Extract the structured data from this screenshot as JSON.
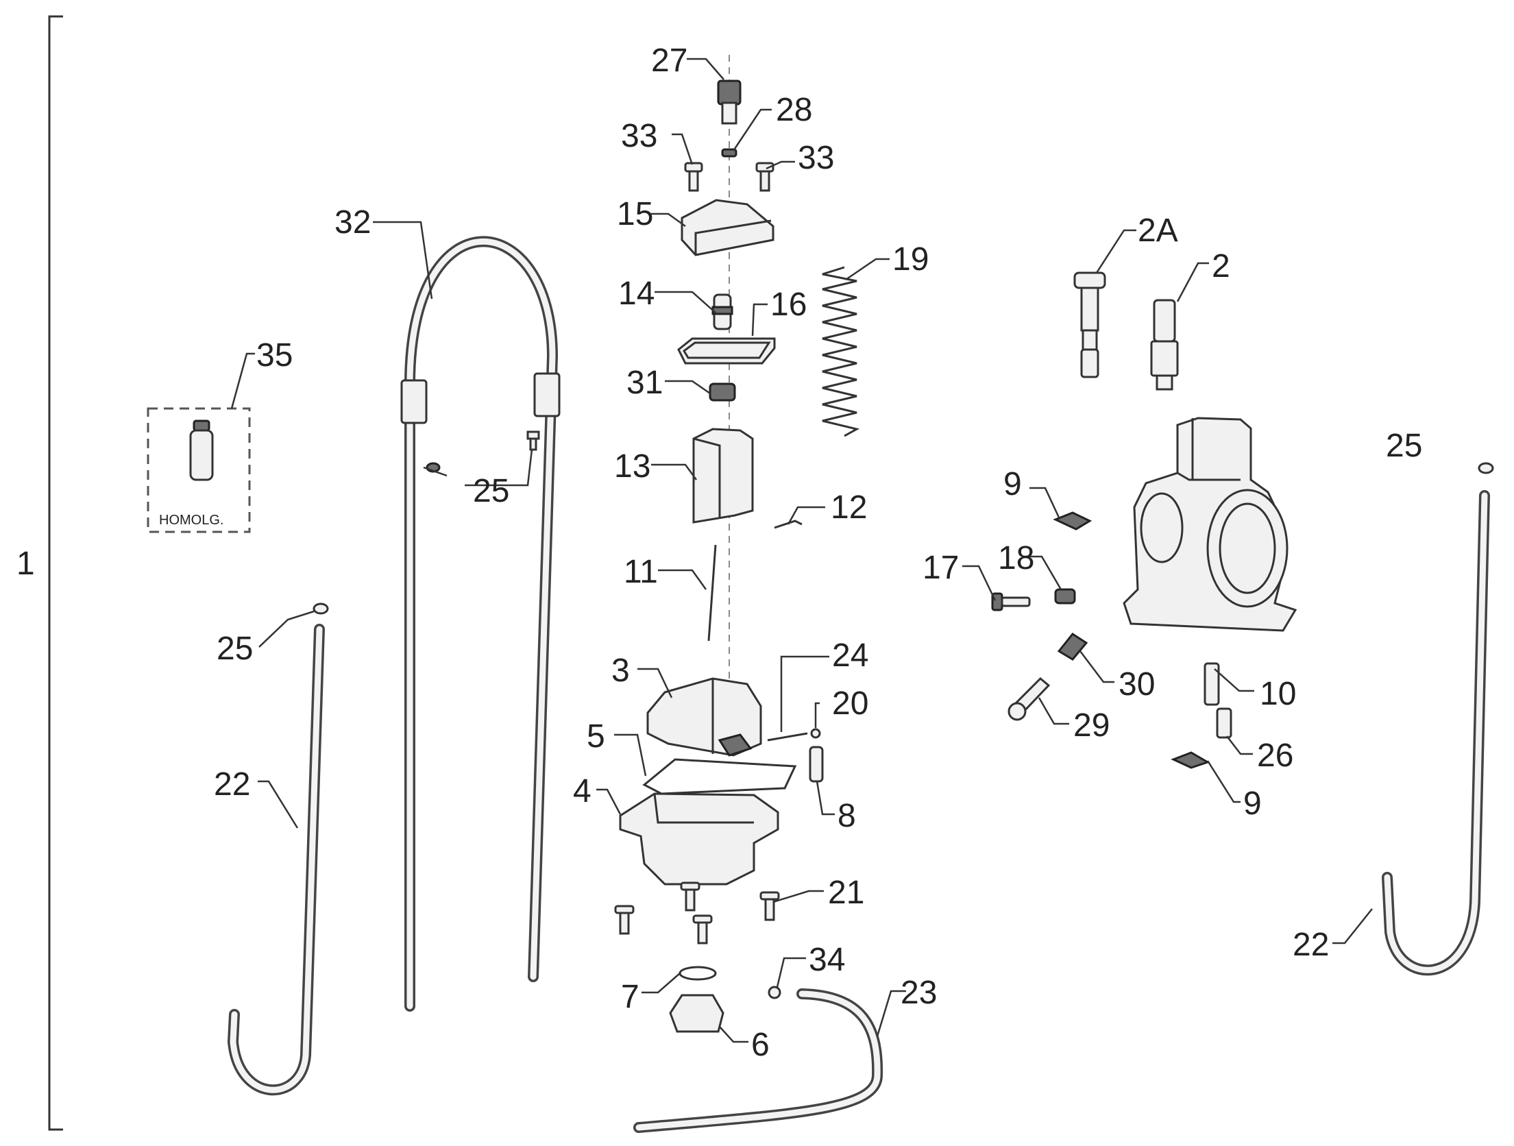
{
  "diagram": {
    "assembly_label": "1",
    "homolog_label": "HOMOLG.",
    "callouts": [
      {
        "id": "c27",
        "label": "27"
      },
      {
        "id": "c28",
        "label": "28"
      },
      {
        "id": "c33a",
        "label": "33"
      },
      {
        "id": "c33b",
        "label": "33"
      },
      {
        "id": "c15",
        "label": "15"
      },
      {
        "id": "c32",
        "label": "32"
      },
      {
        "id": "c19",
        "label": "19"
      },
      {
        "id": "c2a",
        "label": "2A"
      },
      {
        "id": "c2",
        "label": "2"
      },
      {
        "id": "c14",
        "label": "14"
      },
      {
        "id": "c16",
        "label": "16"
      },
      {
        "id": "c35",
        "label": "35"
      },
      {
        "id": "c31",
        "label": "31"
      },
      {
        "id": "c25a",
        "label": "25"
      },
      {
        "id": "c25b",
        "label": "25"
      },
      {
        "id": "c13",
        "label": "13"
      },
      {
        "id": "c9a",
        "label": "9"
      },
      {
        "id": "c12",
        "label": "12"
      },
      {
        "id": "c17",
        "label": "17"
      },
      {
        "id": "c18",
        "label": "18"
      },
      {
        "id": "c11",
        "label": "11"
      },
      {
        "id": "c25c",
        "label": "25"
      },
      {
        "id": "c3",
        "label": "3"
      },
      {
        "id": "c24",
        "label": "24"
      },
      {
        "id": "c30",
        "label": "30"
      },
      {
        "id": "c10",
        "label": "10"
      },
      {
        "id": "c20",
        "label": "20"
      },
      {
        "id": "c29",
        "label": "29"
      },
      {
        "id": "c5",
        "label": "5"
      },
      {
        "id": "c26",
        "label": "26"
      },
      {
        "id": "c22a",
        "label": "22"
      },
      {
        "id": "c4",
        "label": "4"
      },
      {
        "id": "c8",
        "label": "8"
      },
      {
        "id": "c9b",
        "label": "9"
      },
      {
        "id": "c21",
        "label": "21"
      },
      {
        "id": "c22b",
        "label": "22"
      },
      {
        "id": "c34",
        "label": "34"
      },
      {
        "id": "c23",
        "label": "23"
      },
      {
        "id": "c7",
        "label": "7"
      },
      {
        "id": "c6",
        "label": "6"
      }
    ]
  }
}
